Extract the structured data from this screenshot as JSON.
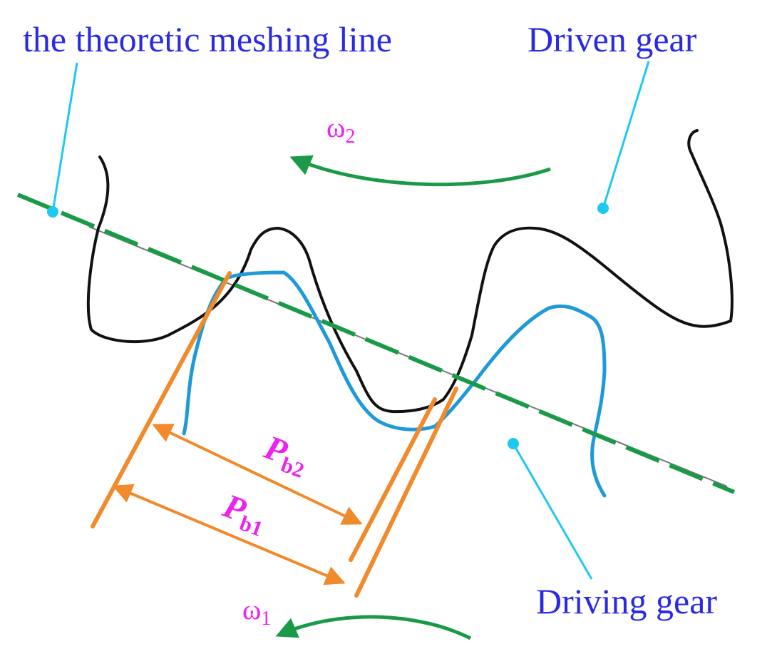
{
  "labels": {
    "meshing_line": "the theoretic meshing line",
    "driven_gear": "Driven gear",
    "driving_gear": "Driving gear",
    "omega2_symbol": "ω",
    "omega2_sub": "2",
    "omega1_symbol": "ω",
    "omega1_sub": "1",
    "pb2_symbol": "P",
    "pb2_sub": "b2",
    "pb1_symbol": "P",
    "pb1_sub": "b1"
  },
  "colors": {
    "label_text": "#2a2ae6",
    "leader_line": "#1ec8f0",
    "meshing_line": "#1a9a48",
    "rotation_arrow": "#1a9a48",
    "driven_gear_profile": "#111111",
    "driving_gear_profile": "#1e9ad8",
    "pitch_lines": "#f08a2a",
    "symbol_text": "#ee22ee"
  }
}
